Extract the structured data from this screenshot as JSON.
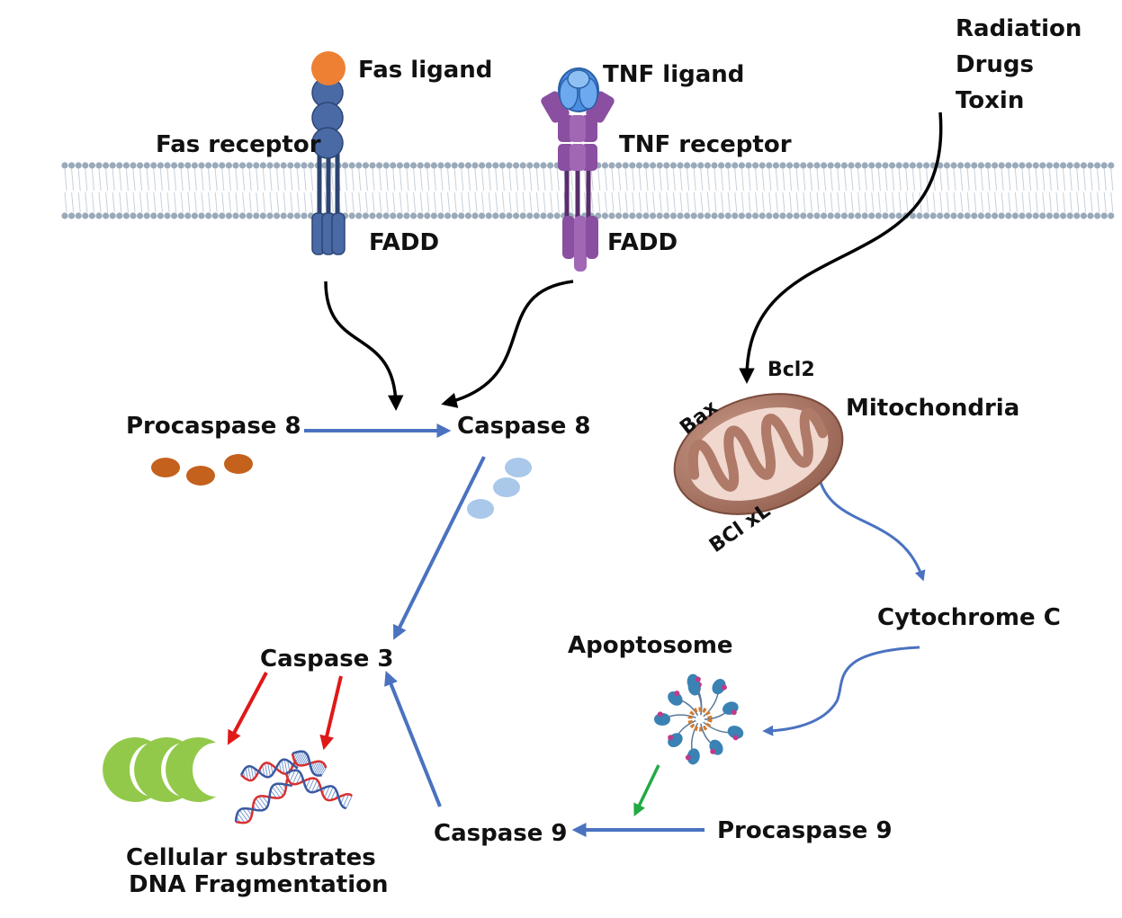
{
  "labels": {
    "fas_ligand": "Fas ligand",
    "fas_receptor": "Fas receptor",
    "fadd_left": "FADD",
    "tnf_ligand": "TNF ligand",
    "tnf_receptor": "TNF receptor",
    "fadd_right": "FADD",
    "stimuli": [
      "Radiation",
      "Drugs",
      "Toxin"
    ],
    "procaspase8": "Procaspase 8",
    "caspase8": "Caspase 8",
    "bcl2": "Bcl2",
    "bax": "Bax",
    "bclxl": "BCl xL",
    "mitochondria": "Mitochondria",
    "cytochrome_c": "Cytochrome C",
    "apoptosome": "Apoptosome",
    "caspase3": "Caspase 3",
    "caspase9": "Caspase 9",
    "procaspase9": "Procaspase 9",
    "cellular_substrates": "Cellular substrates",
    "dna_fragmentation": "DNA Fragmentation"
  },
  "colors": {
    "fas_receptor": "#4a6aa6",
    "fas_ligand": "#ee8033",
    "tnf_receptor": "#8a4fa0",
    "tnf_ligand": "#4a8ee0",
    "membrane": "#9aaabb",
    "arrow_black": "#000000",
    "arrow_blue": "#4a72c0",
    "arrow_red": "#e01818",
    "arrow_green": "#22aa44",
    "procaspase8": "#c4611d",
    "caspase8": "#a9c8ea",
    "mitochondria": "#b07a68",
    "substrate": "#92c94a"
  }
}
